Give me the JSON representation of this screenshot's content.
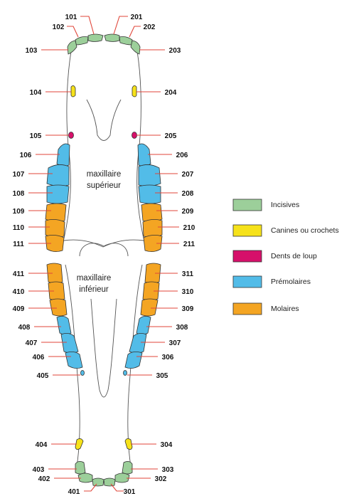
{
  "jaws": {
    "upper": [
      "maxillaire",
      "supérieur"
    ],
    "lower": [
      "maxillaire",
      "inférieur"
    ]
  },
  "colors": {
    "incisor": "#9ccf9a",
    "canine": "#f6e21a",
    "wolf": "#d6106a",
    "premolar": "#52bce8",
    "molar": "#f4a523",
    "leader": "#e0463a"
  },
  "legend": [
    {
      "key": "incisor",
      "label": "Incisives"
    },
    {
      "key": "canine",
      "label": "Canines ou crochets"
    },
    {
      "key": "wolf",
      "label": "Dents de loup"
    },
    {
      "key": "premolar",
      "label": "Prémolaires"
    },
    {
      "key": "molar",
      "label": "Molaires"
    }
  ],
  "teeth": {
    "upper_right": [
      "101",
      "102",
      "103",
      "104",
      "105",
      "106",
      "107",
      "108",
      "109",
      "110",
      "111"
    ],
    "upper_left": [
      "201",
      "202",
      "203",
      "204",
      "205",
      "206",
      "207",
      "208",
      "209",
      "210",
      "211"
    ],
    "lower_left": [
      "301",
      "302",
      "303",
      "304",
      "305",
      "306",
      "307",
      "308",
      "309",
      "310",
      "311"
    ],
    "lower_right": [
      "401",
      "402",
      "403",
      "404",
      "405",
      "406",
      "407",
      "408",
      "409",
      "410",
      "411"
    ]
  }
}
